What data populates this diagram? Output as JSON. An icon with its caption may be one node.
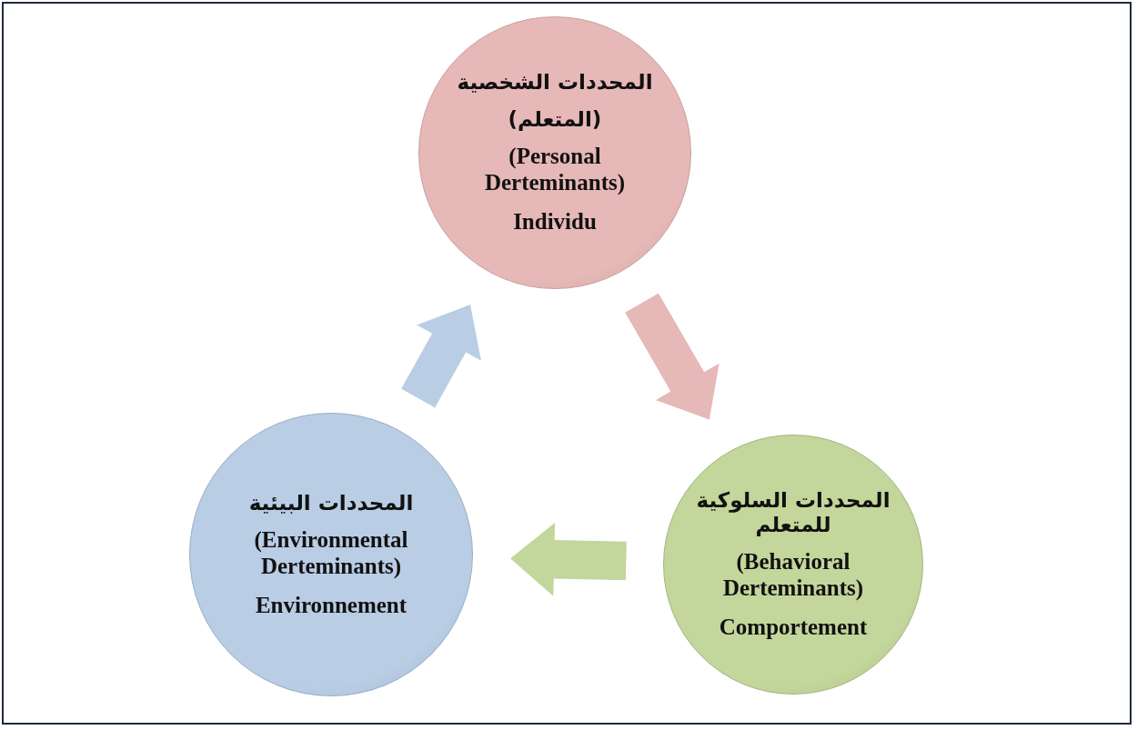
{
  "diagram": {
    "nodes": [
      {
        "text": [
          "المحددات الشخصية",
          "(المتعلم)",
          "(Personal Derteminants)",
          "Individu"
        ]
      },
      {
        "text": [
          "المحددات السلوكية للمتعلم",
          "(Behavioral Derteminants)",
          "Comportement"
        ]
      },
      {
        "text": [
          "المحددات البيئية",
          "(Environmental Derteminants)",
          "Environnement"
        ]
      }
    ],
    "edges": [
      {
        "from": 0,
        "to": 1,
        "arrow": "to",
        "style": "thick",
        "color": "#e6b8b7"
      },
      {
        "from": 1,
        "to": 2,
        "arrow": "to",
        "style": "thick",
        "color": "#c3d69b"
      },
      {
        "from": 2,
        "to": 0,
        "arrow": "to",
        "style": "thick",
        "color": "#b9cde5"
      }
    ]
  }
}
